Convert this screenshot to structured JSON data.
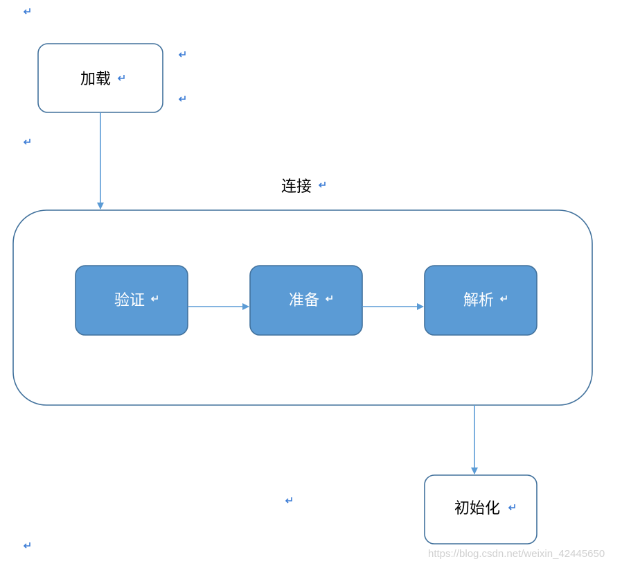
{
  "diagram": {
    "nodes": {
      "load": "加载",
      "link_group": "连接",
      "verify": "验证",
      "prepare": "准备",
      "resolve": "解析",
      "init": "初始化"
    },
    "colors": {
      "box_stroke": "#41719c",
      "filled_box": "#5b9bd5",
      "arrow": "#5b9bd5",
      "paragraph_mark": "#3a7bd5"
    },
    "watermark": "https://blog.csdn.net/weixin_42445650"
  }
}
